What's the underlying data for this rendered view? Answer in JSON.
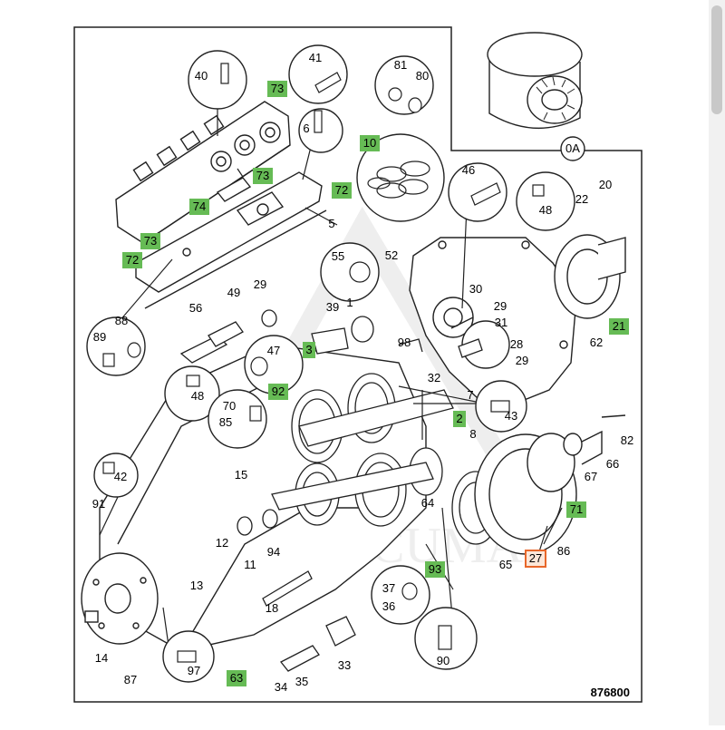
{
  "diagram_ref": "876800",
  "watermark": "MIRACUMA",
  "highlight": {
    "fill": "#66bb55",
    "selected_border": "#e8672a",
    "selected_fill": "#fde7d8"
  },
  "callouts": [
    {
      "id": "c40",
      "text": "40",
      "state": "plain"
    },
    {
      "id": "c73a",
      "text": "73",
      "state": "highlighted"
    },
    {
      "id": "c41",
      "text": "41",
      "state": "plain"
    },
    {
      "id": "c81",
      "text": "81",
      "state": "plain"
    },
    {
      "id": "c80",
      "text": "80",
      "state": "plain"
    },
    {
      "id": "c6",
      "text": "6",
      "state": "plain"
    },
    {
      "id": "c10",
      "text": "10",
      "state": "highlighted"
    },
    {
      "id": "c73b",
      "text": "73",
      "state": "highlighted"
    },
    {
      "id": "c72a",
      "text": "72",
      "state": "highlighted"
    },
    {
      "id": "c74",
      "text": "74",
      "state": "highlighted"
    },
    {
      "id": "c0A",
      "text": "0A",
      "state": "plain"
    },
    {
      "id": "c46",
      "text": "46",
      "state": "plain"
    },
    {
      "id": "c20",
      "text": "20",
      "state": "plain"
    },
    {
      "id": "c22",
      "text": "22",
      "state": "plain"
    },
    {
      "id": "c48a",
      "text": "48",
      "state": "plain"
    },
    {
      "id": "c5",
      "text": "5",
      "state": "plain"
    },
    {
      "id": "c73c",
      "text": "73",
      "state": "highlighted"
    },
    {
      "id": "c72b",
      "text": "72",
      "state": "highlighted"
    },
    {
      "id": "c55",
      "text": "55",
      "state": "plain"
    },
    {
      "id": "c52",
      "text": "52",
      "state": "plain"
    },
    {
      "id": "c56",
      "text": "56",
      "state": "plain"
    },
    {
      "id": "c49",
      "text": "49",
      "state": "plain"
    },
    {
      "id": "c29a",
      "text": "29",
      "state": "plain"
    },
    {
      "id": "c1",
      "text": "1",
      "state": "plain"
    },
    {
      "id": "c30",
      "text": "30",
      "state": "plain"
    },
    {
      "id": "c29b",
      "text": "29",
      "state": "plain"
    },
    {
      "id": "c31",
      "text": "31",
      "state": "plain"
    },
    {
      "id": "c21",
      "text": "21",
      "state": "highlighted"
    },
    {
      "id": "c62",
      "text": "62",
      "state": "plain"
    },
    {
      "id": "c88",
      "text": "88",
      "state": "plain"
    },
    {
      "id": "c89",
      "text": "89",
      "state": "plain"
    },
    {
      "id": "c39",
      "text": "39",
      "state": "plain"
    },
    {
      "id": "c98",
      "text": "98",
      "state": "plain"
    },
    {
      "id": "c28",
      "text": "28",
      "state": "plain"
    },
    {
      "id": "c29c",
      "text": "29",
      "state": "plain"
    },
    {
      "id": "c47",
      "text": "47",
      "state": "plain"
    },
    {
      "id": "c3",
      "text": "3",
      "state": "highlighted"
    },
    {
      "id": "c32",
      "text": "32",
      "state": "plain"
    },
    {
      "id": "c92",
      "text": "92",
      "state": "highlighted"
    },
    {
      "id": "c7",
      "text": "7",
      "state": "plain"
    },
    {
      "id": "c48b",
      "text": "48",
      "state": "plain"
    },
    {
      "id": "c70",
      "text": "70",
      "state": "plain"
    },
    {
      "id": "c85",
      "text": "85",
      "state": "plain"
    },
    {
      "id": "c43",
      "text": "43",
      "state": "plain"
    },
    {
      "id": "c2",
      "text": "2",
      "state": "highlighted"
    },
    {
      "id": "c8",
      "text": "8",
      "state": "plain"
    },
    {
      "id": "c82",
      "text": "82",
      "state": "plain"
    },
    {
      "id": "c67",
      "text": "67",
      "state": "plain"
    },
    {
      "id": "c66",
      "text": "66",
      "state": "plain"
    },
    {
      "id": "c42",
      "text": "42",
      "state": "plain"
    },
    {
      "id": "c15",
      "text": "15",
      "state": "plain"
    },
    {
      "id": "c91",
      "text": "91",
      "state": "plain"
    },
    {
      "id": "c64",
      "text": "64",
      "state": "plain"
    },
    {
      "id": "c71",
      "text": "71",
      "state": "highlighted"
    },
    {
      "id": "c12",
      "text": "12",
      "state": "plain"
    },
    {
      "id": "c11",
      "text": "11",
      "state": "plain"
    },
    {
      "id": "c94",
      "text": "94",
      "state": "plain"
    },
    {
      "id": "c65",
      "text": "65",
      "state": "plain"
    },
    {
      "id": "c27",
      "text": "27",
      "state": "selected"
    },
    {
      "id": "c86",
      "text": "86",
      "state": "plain"
    },
    {
      "id": "c13",
      "text": "13",
      "state": "plain"
    },
    {
      "id": "c93",
      "text": "93",
      "state": "highlighted"
    },
    {
      "id": "c37",
      "text": "37",
      "state": "plain"
    },
    {
      "id": "c36",
      "text": "36",
      "state": "plain"
    },
    {
      "id": "c18",
      "text": "18",
      "state": "plain"
    },
    {
      "id": "c90",
      "text": "90",
      "state": "plain"
    },
    {
      "id": "c14",
      "text": "14",
      "state": "plain"
    },
    {
      "id": "c87",
      "text": "87",
      "state": "plain"
    },
    {
      "id": "c97",
      "text": "97",
      "state": "plain"
    },
    {
      "id": "c63",
      "text": "63",
      "state": "highlighted"
    },
    {
      "id": "c34",
      "text": "34",
      "state": "plain"
    },
    {
      "id": "c35",
      "text": "35",
      "state": "plain"
    },
    {
      "id": "c33",
      "text": "33",
      "state": "plain"
    }
  ]
}
